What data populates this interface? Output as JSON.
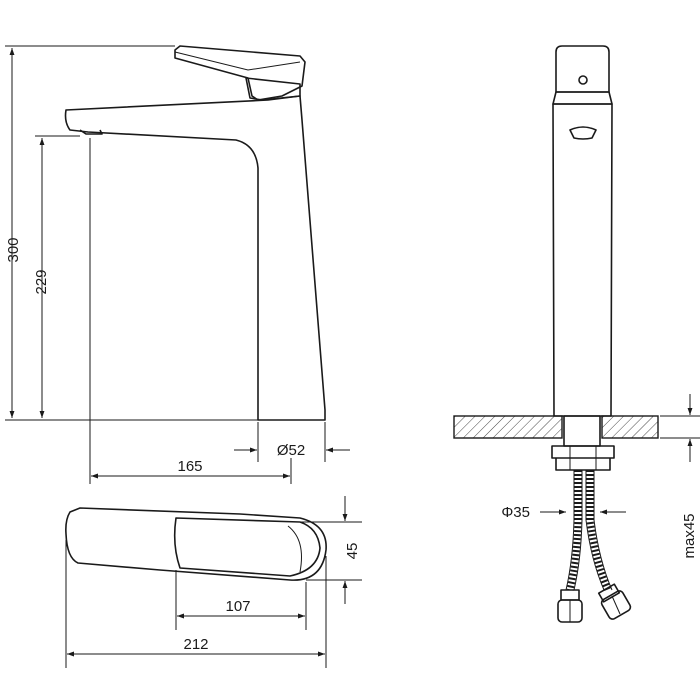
{
  "dimensions": {
    "total_height": "300",
    "spout_height": "229",
    "base_diameter": "Ø52",
    "spout_reach": "165",
    "handle_width": "45",
    "handle_length": "107",
    "total_length": "212",
    "mount_diameter": "Φ35",
    "max_deck_thickness": "max45"
  },
  "colors": {
    "line": "#1a1a1a",
    "background": "#ffffff"
  }
}
